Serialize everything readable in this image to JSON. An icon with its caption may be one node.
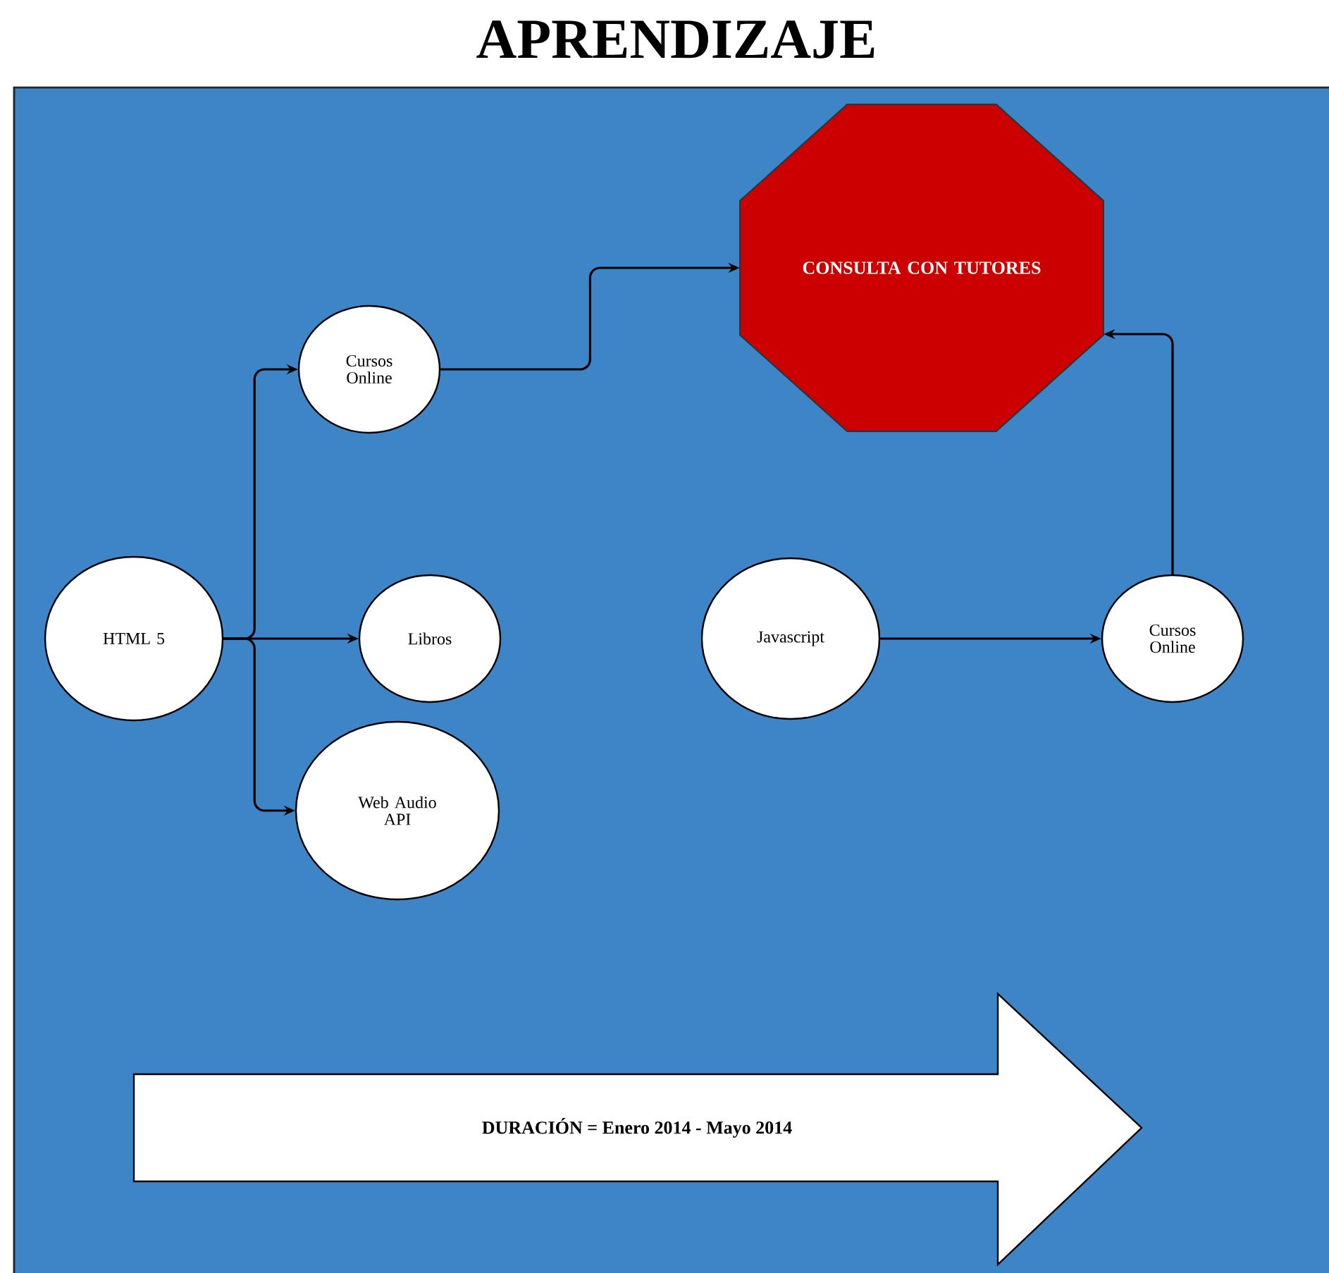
{
  "diagram": {
    "title": "APRENDIZAJE",
    "nodes": [
      {
        "text": [
          "HTML 5"
        ]
      },
      {
        "text": [
          "Cursos Online"
        ]
      },
      {
        "text": [
          "Libros"
        ]
      },
      {
        "text": [
          "Web Audio API"
        ]
      },
      {
        "text": [
          "CONSULTA CON TUTORES"
        ]
      },
      {
        "text": [
          "Javascript"
        ]
      },
      {
        "text": [
          "Cursos Online"
        ]
      },
      {
        "text": [
          "DURACIÓN = Enero 2014 - Mayo 2014"
        ]
      }
    ],
    "edges": [
      {
        "from": 0,
        "to": 1,
        "arrow": "to"
      },
      {
        "from": 0,
        "to": 2,
        "arrow": "to"
      },
      {
        "from": 0,
        "to": 3,
        "arrow": "to"
      },
      {
        "from": 1,
        "to": 4,
        "arrow": "to"
      },
      {
        "from": 5,
        "to": 6,
        "arrow": "to"
      },
      {
        "from": 6,
        "to": 4,
        "arrow": "to"
      }
    ]
  }
}
